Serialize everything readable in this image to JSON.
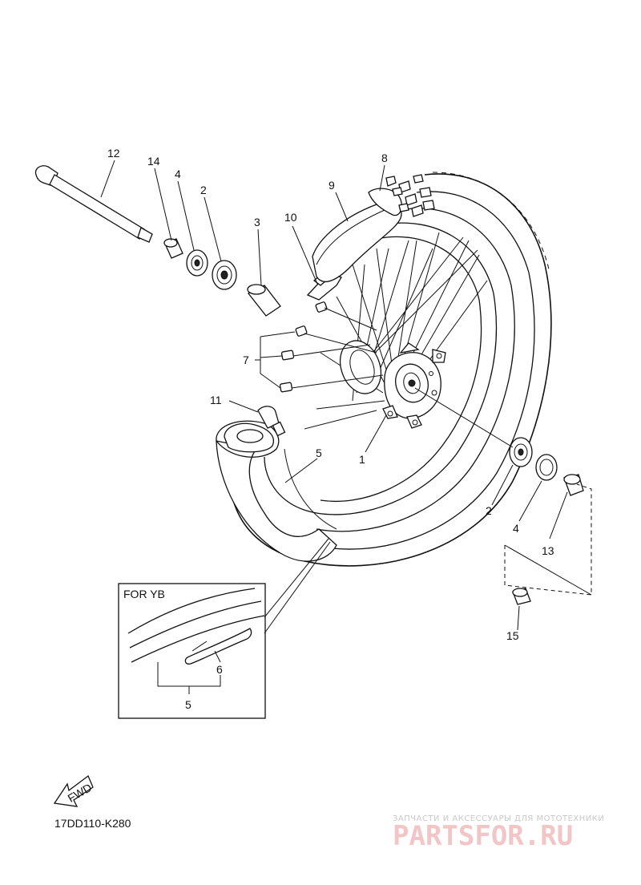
{
  "callouts": [
    {
      "id": "12",
      "text": "12"
    },
    {
      "id": "14",
      "text": "14"
    },
    {
      "id": "4a",
      "text": "4"
    },
    {
      "id": "2a",
      "text": "2"
    },
    {
      "id": "3",
      "text": "3"
    },
    {
      "id": "10",
      "text": "10"
    },
    {
      "id": "9",
      "text": "9"
    },
    {
      "id": "8",
      "text": "8"
    },
    {
      "id": "7",
      "text": "7"
    },
    {
      "id": "11",
      "text": "11"
    },
    {
      "id": "5a",
      "text": "5"
    },
    {
      "id": "1",
      "text": "1"
    },
    {
      "id": "2b",
      "text": "2"
    },
    {
      "id": "4b",
      "text": "4"
    },
    {
      "id": "13",
      "text": "13"
    },
    {
      "id": "15",
      "text": "15"
    },
    {
      "id": "6",
      "text": "6"
    },
    {
      "id": "5b",
      "text": "5"
    }
  ],
  "inset": {
    "title": "FOR YB"
  },
  "fwd_label": "FWD",
  "diagram_code": "17DD110-K280",
  "watermark": {
    "tagline": "ЗАПЧАСТИ И АКСЕССУАРЫ ДЛЯ МОТОТЕХНИКИ",
    "brand": "PARTSFOR.RU"
  }
}
